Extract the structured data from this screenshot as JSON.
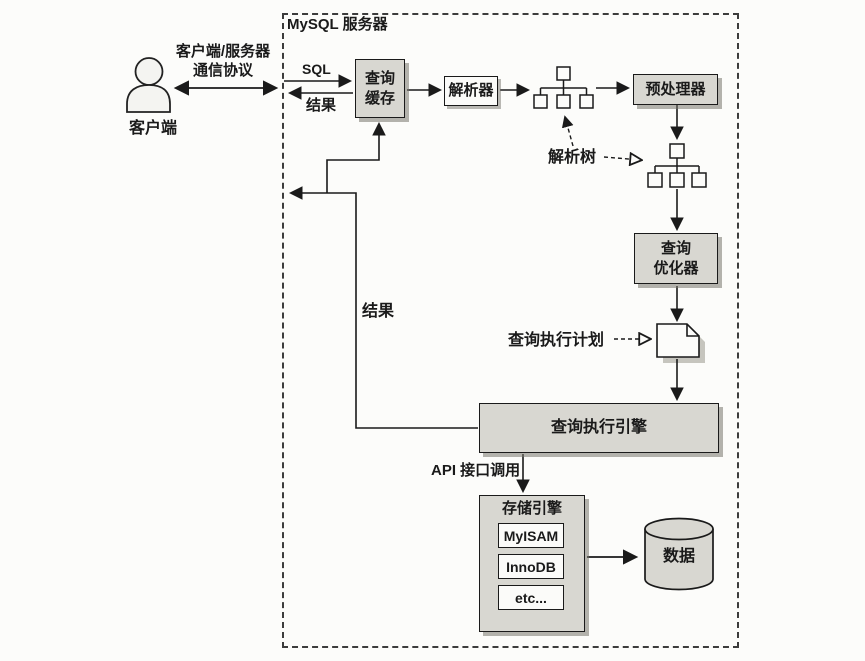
{
  "diagram": {
    "server_title": "MySQL 服务器",
    "client": {
      "label": "客户端",
      "protocol": "客户端/服务器\n通信协议"
    },
    "labels": {
      "sql": "SQL",
      "result_top": "结果",
      "result_return": "结果",
      "parse_tree": "解析树",
      "execution_plan": "查询执行计划",
      "api_call": "API 接口调用"
    },
    "nodes": {
      "query_cache": "查询\n缓存",
      "parser": "解析器",
      "preprocessor": "预处理器",
      "optimizer": "查询\n优化器",
      "execution_engine": "查询执行引擎",
      "storage_engine": "存储引擎",
      "engines": [
        "MyISAM",
        "InnoDB",
        "etc..."
      ],
      "data_store": "数据"
    },
    "colors": {
      "ink": "#1a1a1a",
      "node_fill": "#d8d7d1",
      "shadow": "#76746b",
      "background": "#fcfcfa"
    }
  }
}
